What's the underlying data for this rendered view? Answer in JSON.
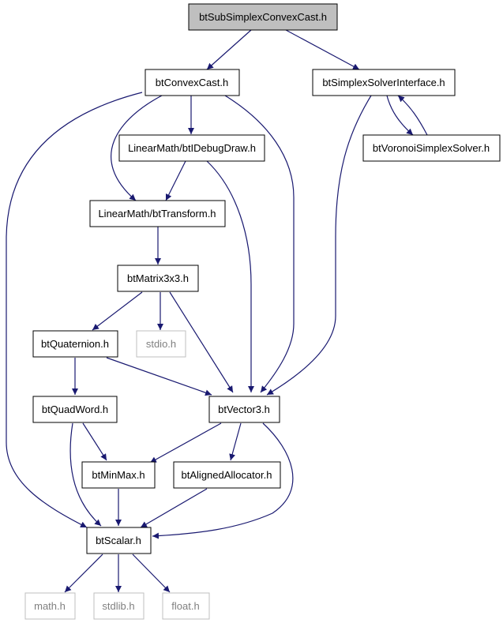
{
  "colors": {
    "edge": "#191970",
    "root_fill": "#bfbfbf",
    "node_border": "#000000",
    "system_border": "#bfbfbf",
    "system_text": "#808080",
    "text": "#000000"
  },
  "nodes": {
    "root": "btSubSimplexConvexCast.h",
    "convex_cast": "btConvexCast.h",
    "simplex_solver_interface": "btSimplexSolverInterface.h",
    "idebug_draw": "LinearMath/btIDebugDraw.h",
    "voronoi_simplex_solver": "btVoronoiSimplexSolver.h",
    "transform": "LinearMath/btTransform.h",
    "matrix3x3": "btMatrix3x3.h",
    "quaternion": "btQuaternion.h",
    "stdio": "stdio.h",
    "quad_word": "btQuadWord.h",
    "vector3": "btVector3.h",
    "min_max": "btMinMax.h",
    "aligned_allocator": "btAlignedAllocator.h",
    "scalar": "btScalar.h",
    "math": "math.h",
    "stdlib": "stdlib.h",
    "float": "float.h"
  }
}
